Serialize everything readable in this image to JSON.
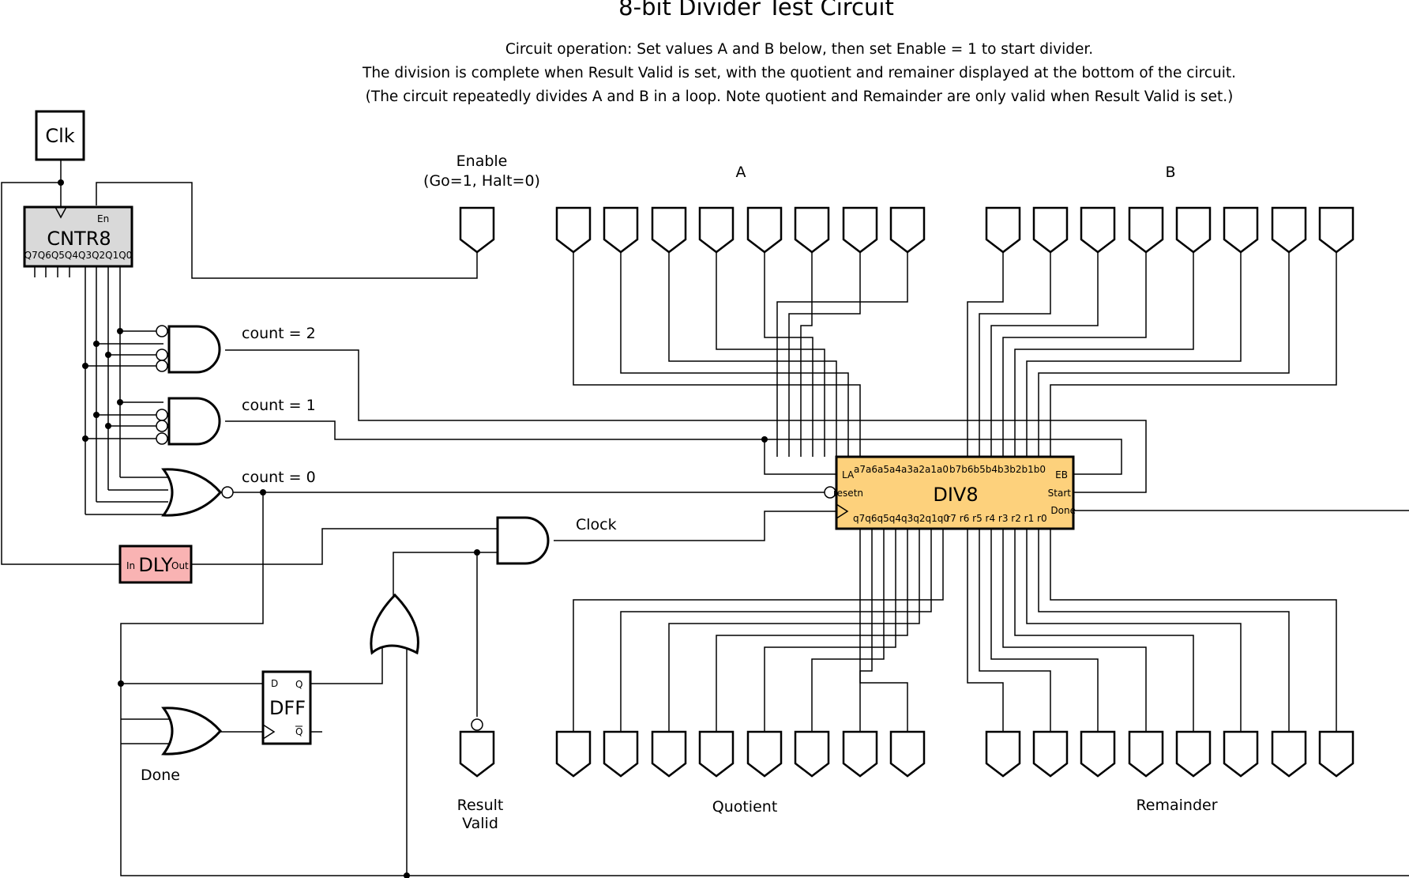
{
  "title": "8-bit Divider Test Circuit",
  "description": [
    "Circuit operation:  Set values A and B below, then set Enable = 1 to start divider.",
    "The division is complete when Result Valid is set, with the quotient and remainer displayed at the bottom of the circuit.",
    "(The circuit repeatedly divides A and B in a loop. Note quotient and Remainder are only valid when Result Valid is set.)"
  ],
  "clock": {
    "label": "Clk"
  },
  "counter": {
    "name": "CNTR8",
    "enable_pin": "En",
    "outputs": "Q7Q6Q5Q4Q3Q2Q1Q0"
  },
  "gate_labels": {
    "count2": "count = 2",
    "count1": "count = 1",
    "count0": "count = 0",
    "clock": "Clock",
    "done": "Done"
  },
  "delay": {
    "name": "DLY",
    "in": "In",
    "out": "Out"
  },
  "flipflop": {
    "name": "DFF",
    "d": "D",
    "q": "Q",
    "qbar": "Q"
  },
  "enable": {
    "line1": "Enable",
    "line2": "(Go=1, Halt=0)"
  },
  "bus_labels": {
    "a": "A",
    "b": "B",
    "quotient": "Quotient",
    "remainder": "Remainder",
    "result_valid_1": "Result",
    "result_valid_2": "Valid"
  },
  "divider": {
    "name": "DIV8",
    "pin_la": "LA",
    "pin_eb": "EB",
    "pin_resetn": "resetn",
    "pin_start": "Start",
    "pin_done": "Done",
    "a_pins": "a7a6a5a4a3a2a1a0",
    "b_pins": "b7b6b5b4b3b2b1b0",
    "q_pins": "q7q6q5q4q3q2q1q0",
    "r_pins": "r7 r6 r5 r4 r3 r2 r1 r0"
  },
  "colors": {
    "divider_fill": "#fdd17c",
    "delay_fill": "#f9b3b3",
    "counter_fill": "#d9d9d9",
    "wire": "#000000"
  }
}
